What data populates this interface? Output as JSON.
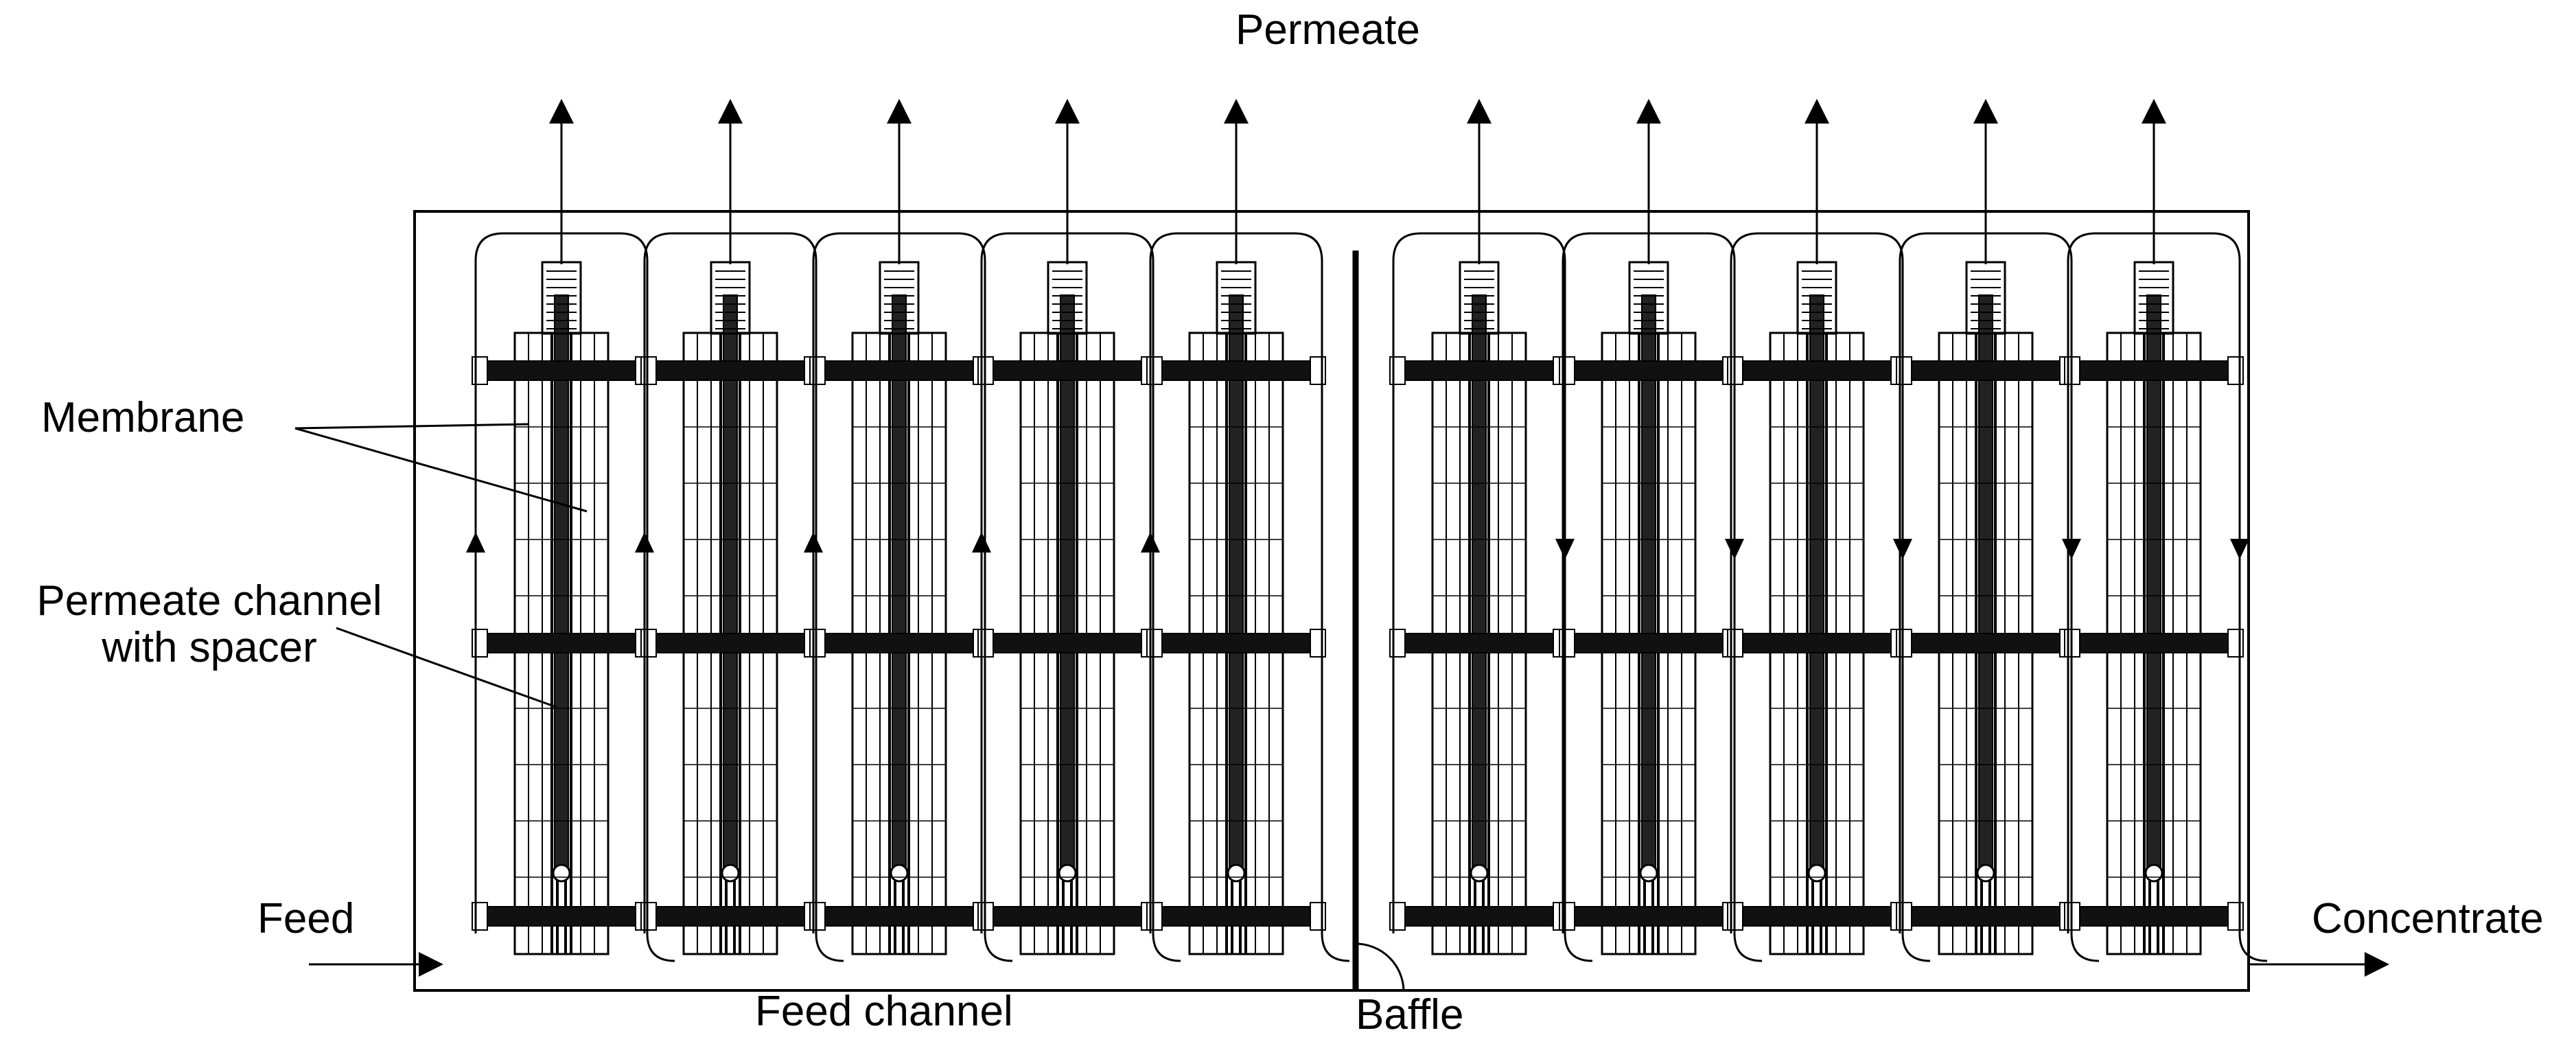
{
  "labels": {
    "permeate": "Permeate",
    "membrane": "Membrane",
    "permeate_channel_line1": "Permeate channel",
    "permeate_channel_line2": "with spacer",
    "feed": "Feed",
    "feed_channel": "Feed channel",
    "baffle": "Baffle",
    "concentrate": "Concentrate"
  },
  "modules": {
    "left_count": 5,
    "right_count": 5,
    "left_flow": "up",
    "right_flow": "down"
  },
  "colors": {
    "line": "#000000",
    "background": "#ffffff"
  }
}
